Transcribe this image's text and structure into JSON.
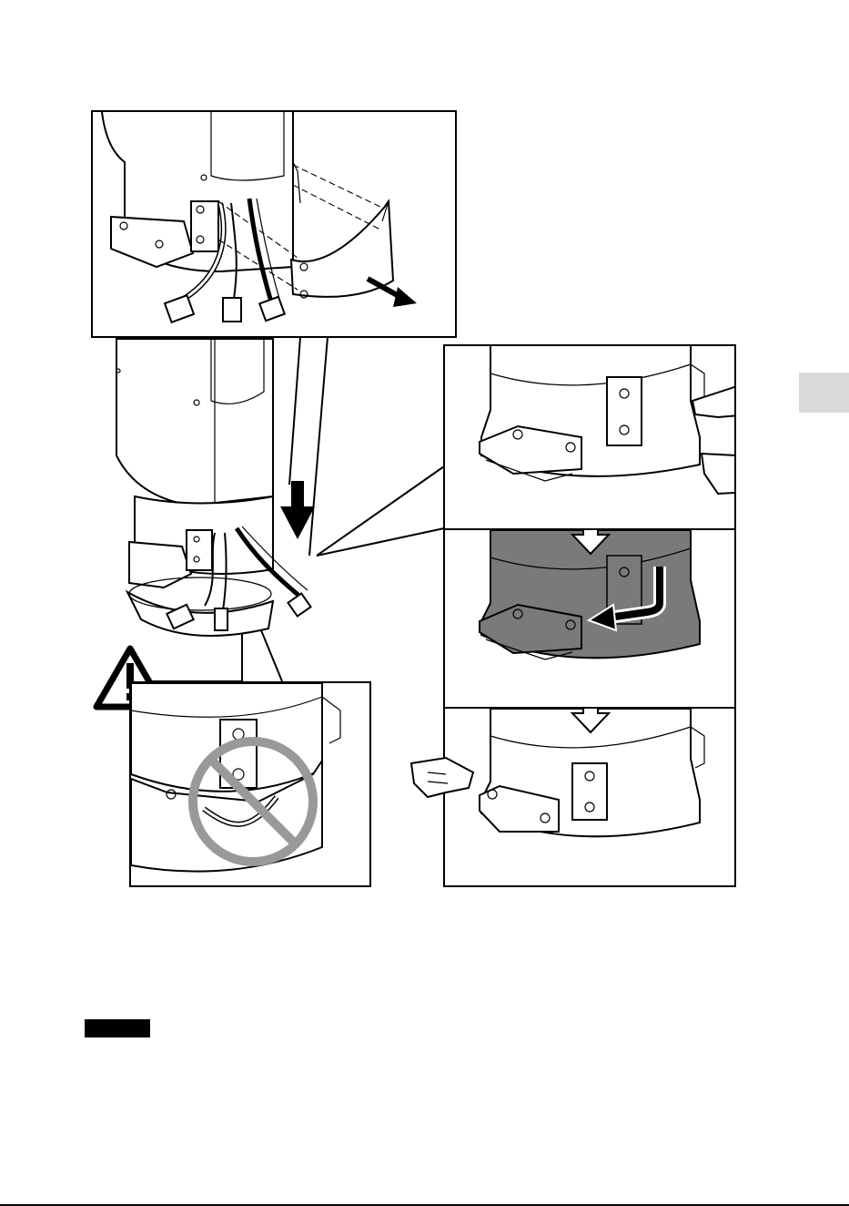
{
  "page": {
    "tab_marker_color": "#d9d9d9",
    "notice_bar_color": "#000000",
    "highlight_fill_color": "#7a7a7a"
  },
  "figure": {
    "panels": [
      "detail-cable-panel",
      "step-panel-1",
      "step-panel-2",
      "step-panel-3",
      "warning-panel"
    ],
    "icons": [
      "warning-icon",
      "prohibition-icon",
      "pointing-hand-icon",
      "down-arrow-icon",
      "rotate-arrow-icon"
    ]
  }
}
